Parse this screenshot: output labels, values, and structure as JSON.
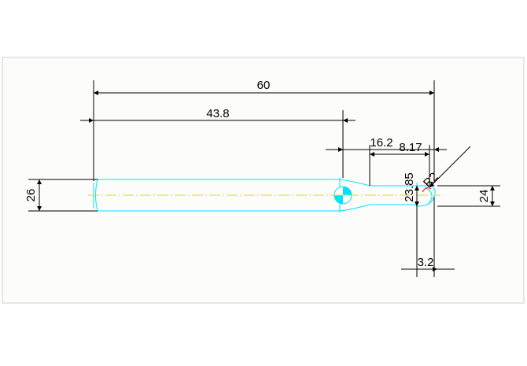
{
  "colors": {
    "page": "#ffffff",
    "sheet": "#fcfcfa",
    "sheet_border": "#cfcfcf",
    "part_outline": "#00e5ff",
    "centerline": "#e6d800",
    "dimension": "#000000",
    "leader": "#000000",
    "radius_arc": "#ff0000"
  },
  "dimensions": {
    "overall_length": "60",
    "body_length": "43.8",
    "neck_length": "16.2",
    "tip_length": "8.17",
    "small_diameter": "23.85",
    "radius": "R2",
    "shank_diameter": "26",
    "tip_diameter": "24",
    "tip_width": "3.2"
  }
}
